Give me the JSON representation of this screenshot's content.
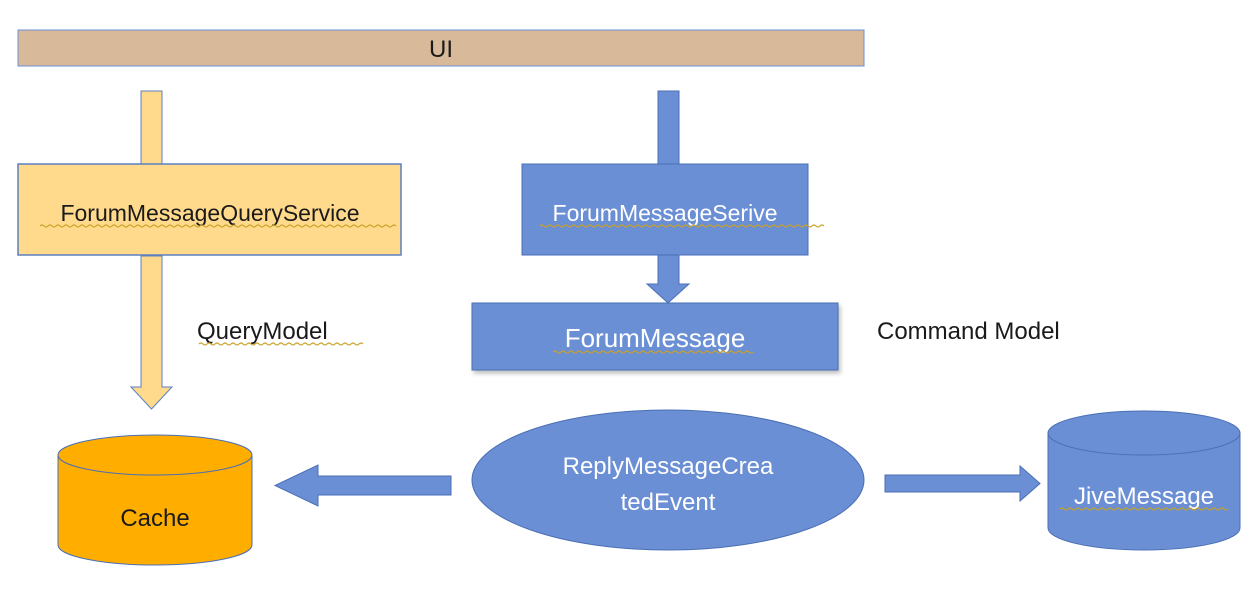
{
  "ui_bar": {
    "label": "UI"
  },
  "query_service": {
    "label": "ForumMessageQueryService"
  },
  "command_service": {
    "label": "ForumMessageSerive"
  },
  "forum_message": {
    "label": "ForumMessage"
  },
  "query_model": {
    "label": "QueryModel"
  },
  "command_model": {
    "label": "Command Model"
  },
  "event": {
    "line1": "ReplyMessageCrea",
    "line2": "tedEvent"
  },
  "cache": {
    "label": "Cache"
  },
  "jive_message": {
    "label": "JiveMessage"
  },
  "colors": {
    "ui_bar": "#d8b99a",
    "query_fill": "#ffd98c",
    "query_stroke": "#5b80c0",
    "command_fill": "#6b8fd4",
    "command_stroke": "#4a6fb4",
    "cache_fill": "#ffae00",
    "cache_stroke": "#4a6fb4",
    "text_dark": "#1a1a1a",
    "text_light": "#ffffff"
  }
}
